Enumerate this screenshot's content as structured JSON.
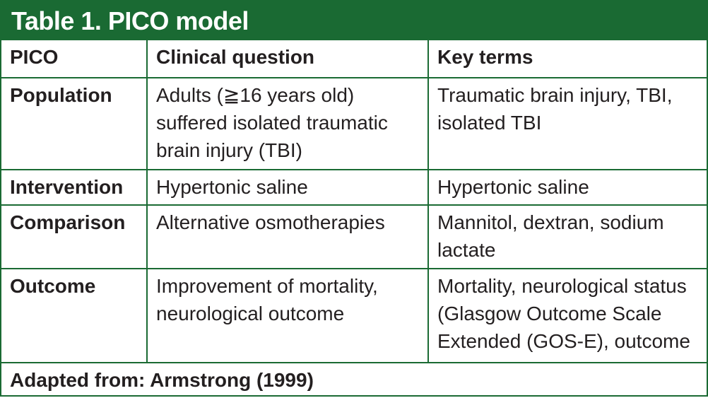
{
  "title": "Table 1. PICO model",
  "headers": [
    "PICO",
    "Clinical question",
    "Key terms"
  ],
  "rows": [
    {
      "pico": "Population",
      "question": "Adults (≧16 years old) suffered isolated traumatic brain injury (TBI)",
      "terms": "Traumatic brain injury, TBI, isolated TBI"
    },
    {
      "pico": "Intervention",
      "question": "Hypertonic saline",
      "terms": "Hypertonic saline"
    },
    {
      "pico": "Comparison",
      "question": "Alternative osmotherapies",
      "terms": "Mannitol, dextran, sodium lactate"
    },
    {
      "pico": "Outcome",
      "question": "Improvement of mortality, neurological outcome",
      "terms": "Mortality, neurological status (Glasgow Outcome Scale Extended (GOS-E), outcome"
    }
  ],
  "footer": "Adapted from: Armstrong (1999)",
  "colors": {
    "accent": "#1a6a33",
    "text": "#231f20",
    "title_text": "#ffffff"
  }
}
